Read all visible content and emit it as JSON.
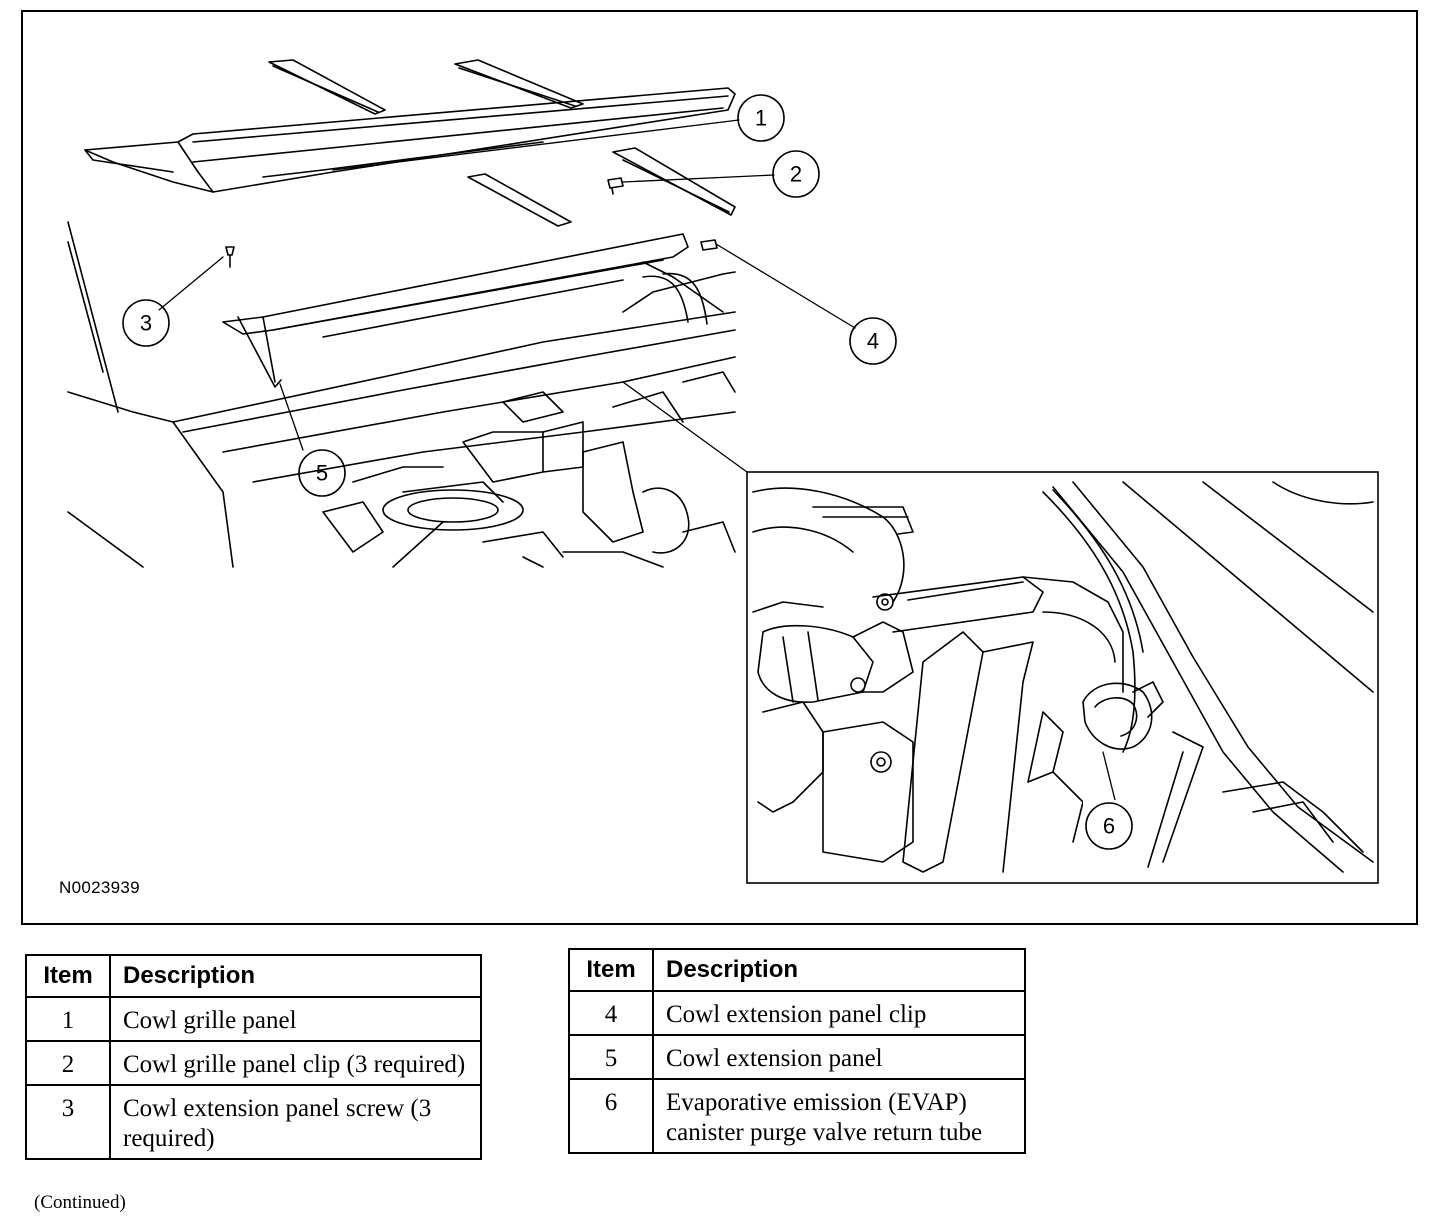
{
  "figure": {
    "id": "N0023939",
    "callouts": [
      "1",
      "2",
      "3",
      "4",
      "5",
      "6"
    ]
  },
  "legend_headers": {
    "item": "Item",
    "description": "Description"
  },
  "legend_left": [
    {
      "item": "1",
      "description": "Cowl grille panel"
    },
    {
      "item": "2",
      "description": "Cowl grille panel clip (3 required)"
    },
    {
      "item": "3",
      "description": "Cowl extension panel screw (3 required)"
    }
  ],
  "legend_right": [
    {
      "item": "4",
      "description": "Cowl extension panel clip"
    },
    {
      "item": "5",
      "description": "Cowl extension panel"
    },
    {
      "item": "6",
      "description": "Evaporative emission (EVAP) canister purge valve return tube"
    }
  ],
  "footer": {
    "continued": "(Continued)"
  }
}
